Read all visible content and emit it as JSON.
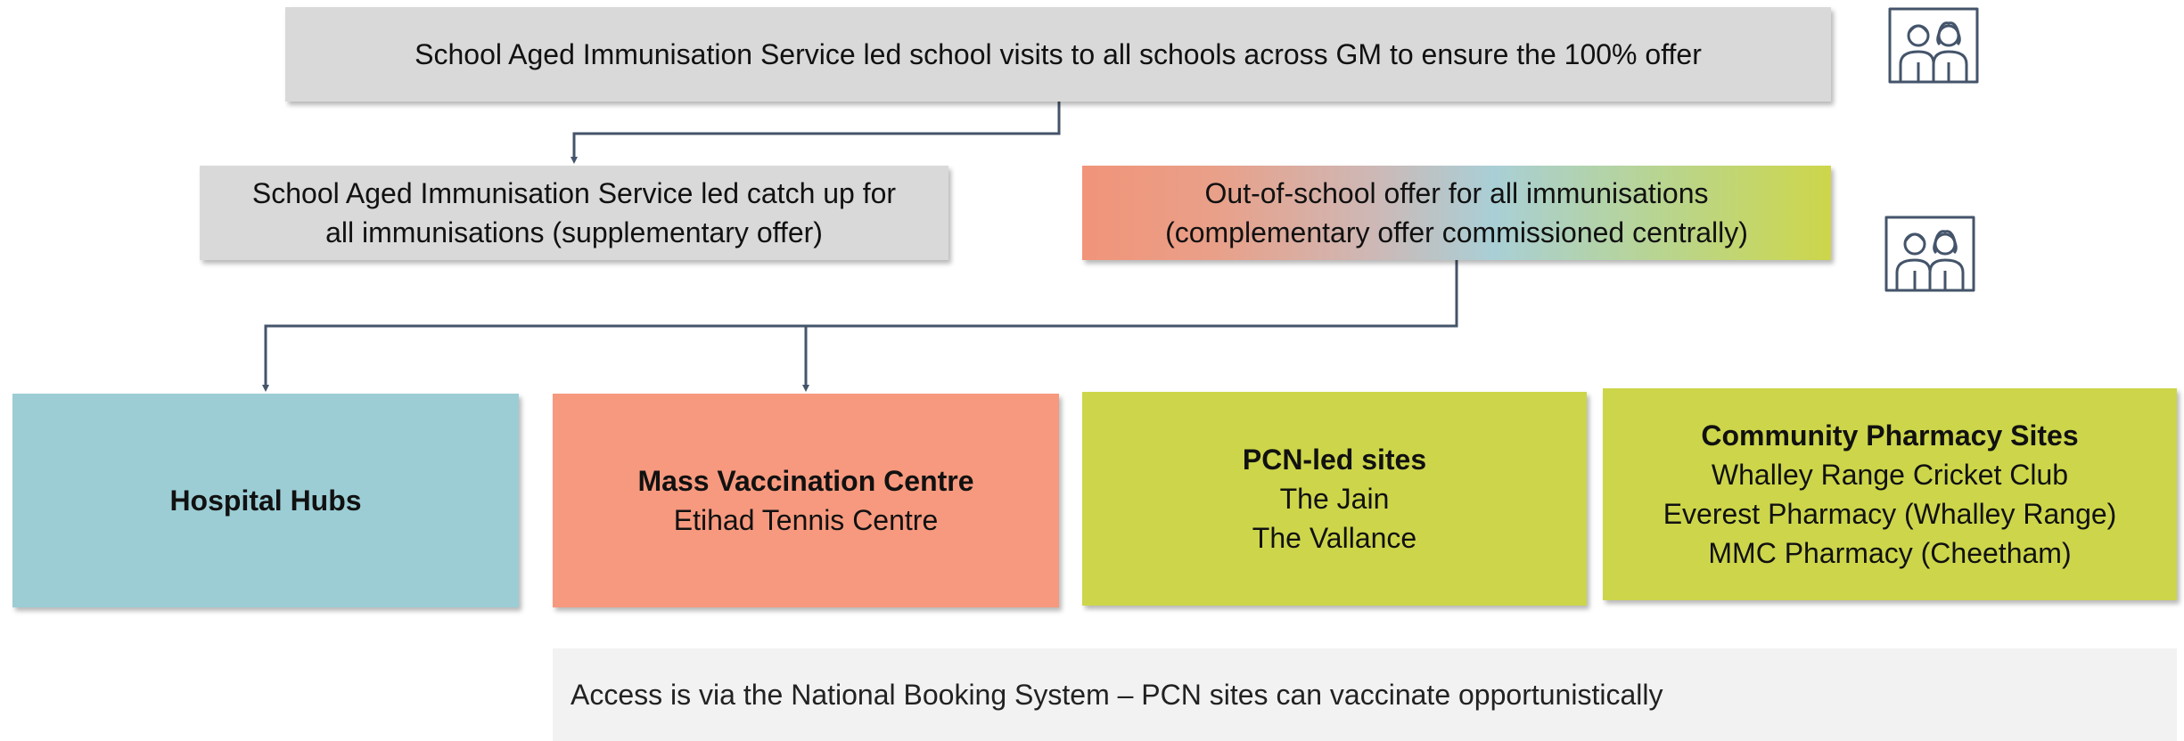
{
  "top_box": {
    "text": "School Aged Immunisation Service led school visits to all schools across GM to ensure the 100% offer"
  },
  "catch_up_box": {
    "line1": "School Aged Immunisation Service led catch up for",
    "line2": "all immunisations (supplementary offer)"
  },
  "out_of_school_box": {
    "line1": "Out-of-school offer for all immunisations",
    "line2": "(complementary offer commissioned centrally)"
  },
  "sites": {
    "hospital": {
      "title": "Hospital Hubs"
    },
    "mass": {
      "title": "Mass Vaccination Centre",
      "lines": [
        "Etihad Tennis Centre"
      ]
    },
    "pcn": {
      "title": "PCN-led sites",
      "lines": [
        "The Jain",
        "The Vallance"
      ]
    },
    "pharmacy": {
      "title": "Community Pharmacy Sites",
      "lines": [
        "Whalley Range Cricket Club",
        "Everest Pharmacy (Whalley Range)",
        "MMC Pharmacy (Cheetham)"
      ]
    }
  },
  "note": {
    "text": "Access is via the National Booking System – PCN sites can vaccinate opportunistically"
  },
  "icons": [
    "children-icon",
    "children-icon"
  ],
  "colors": {
    "grey": "#d9d9d9",
    "blue": "#9ccdd5",
    "orange": "#f6997e",
    "lime": "#cdd64a",
    "connector": "#44546a"
  }
}
